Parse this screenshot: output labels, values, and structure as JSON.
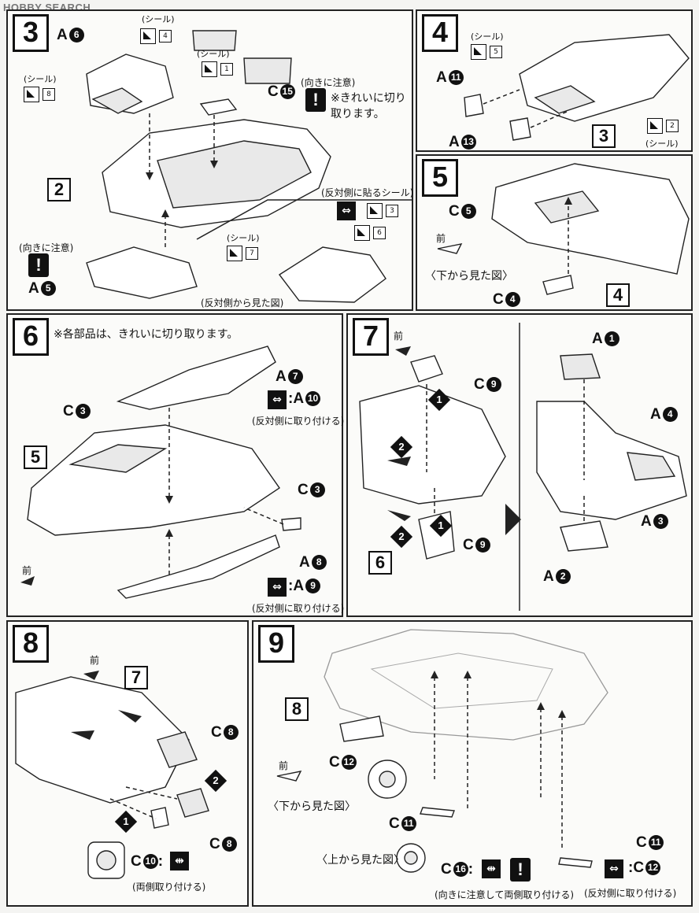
{
  "watermark": "HOBBY SEARCH",
  "seal_word": "(シール)",
  "step3": {
    "num": "3",
    "labels": {
      "a6": "A",
      "a6c": "6",
      "c15": "C",
      "c15c": "15",
      "a5": "A",
      "a5c": "5"
    },
    "seal_numbers": [
      "4",
      "1",
      "8",
      "3",
      "6",
      "7"
    ],
    "box2": "2",
    "note_orientation": "(向きに注意)",
    "note_clean_cut": "※きれいに切り取ります。",
    "note_opposite_seal": "(反対側に貼るシール)",
    "note_view_opposite": "(反対側から見た図)",
    "excl": "!"
  },
  "step4": {
    "num": "4",
    "labels": {
      "a11": "A",
      "a11c": "11",
      "a13": "A",
      "a13c": "13"
    },
    "seal_numbers": [
      "5",
      "2"
    ],
    "box3": "3"
  },
  "step5": {
    "num": "5",
    "labels": {
      "c5": "C",
      "c5c": "5",
      "c4": "C",
      "c4c": "4"
    },
    "front": "前",
    "note_bottom": "〈下から見た図〉",
    "box4": "4"
  },
  "step6": {
    "num": "6",
    "note_all": "※各部品は、きれいに切り取ります。",
    "labels": {
      "a7": "A",
      "a7c": "7",
      "c3a": "C",
      "c3ac": "3",
      "c3b": "C",
      "c3bc": "3",
      "a8": "A",
      "a8c": "8"
    },
    "pair1": ":A",
    "pair1c": "10",
    "pair2": ":A",
    "pair2c": "9",
    "note_opposite": "(反対側に取り付ける)",
    "box5": "5",
    "front": "前"
  },
  "step7": {
    "num": "7",
    "front": "前",
    "labels": {
      "c9a": "C",
      "c9ac": "9",
      "c9b": "C",
      "c9bc": "9",
      "a1": "A",
      "a1c": "1",
      "a4": "A",
      "a4c": "4",
      "a3": "A",
      "a3c": "3",
      "a2": "A",
      "a2c": "2"
    },
    "box6": "6",
    "order": [
      "1",
      "2",
      "1",
      "2"
    ]
  },
  "step8": {
    "num": "8",
    "front": "前",
    "box7": "7",
    "labels": {
      "c8a": "C",
      "c8ac": "8",
      "c8b": "C",
      "c8bc": "8",
      "c10": "C",
      "c10c": "10"
    },
    "order": [
      "2",
      "1"
    ],
    "note_both": "(両側取り付ける)"
  },
  "step9": {
    "num": "9",
    "box8": "8",
    "front": "前",
    "note_bottom": "〈下から見た図〉",
    "note_top": "〈上から見た図〉",
    "labels": {
      "c12a": "C",
      "c12ac": "12",
      "c11a": "C",
      "c11ac": "11",
      "c11b": "C",
      "c11bc": "11",
      "c12b": "C",
      "c12bc": "12",
      "c16": "C",
      "c16c": "16"
    },
    "note_orient_both": "(向きに注意して両側取り付ける)",
    "note_opposite": "(反対側に取り付ける)",
    "excl": "!"
  }
}
